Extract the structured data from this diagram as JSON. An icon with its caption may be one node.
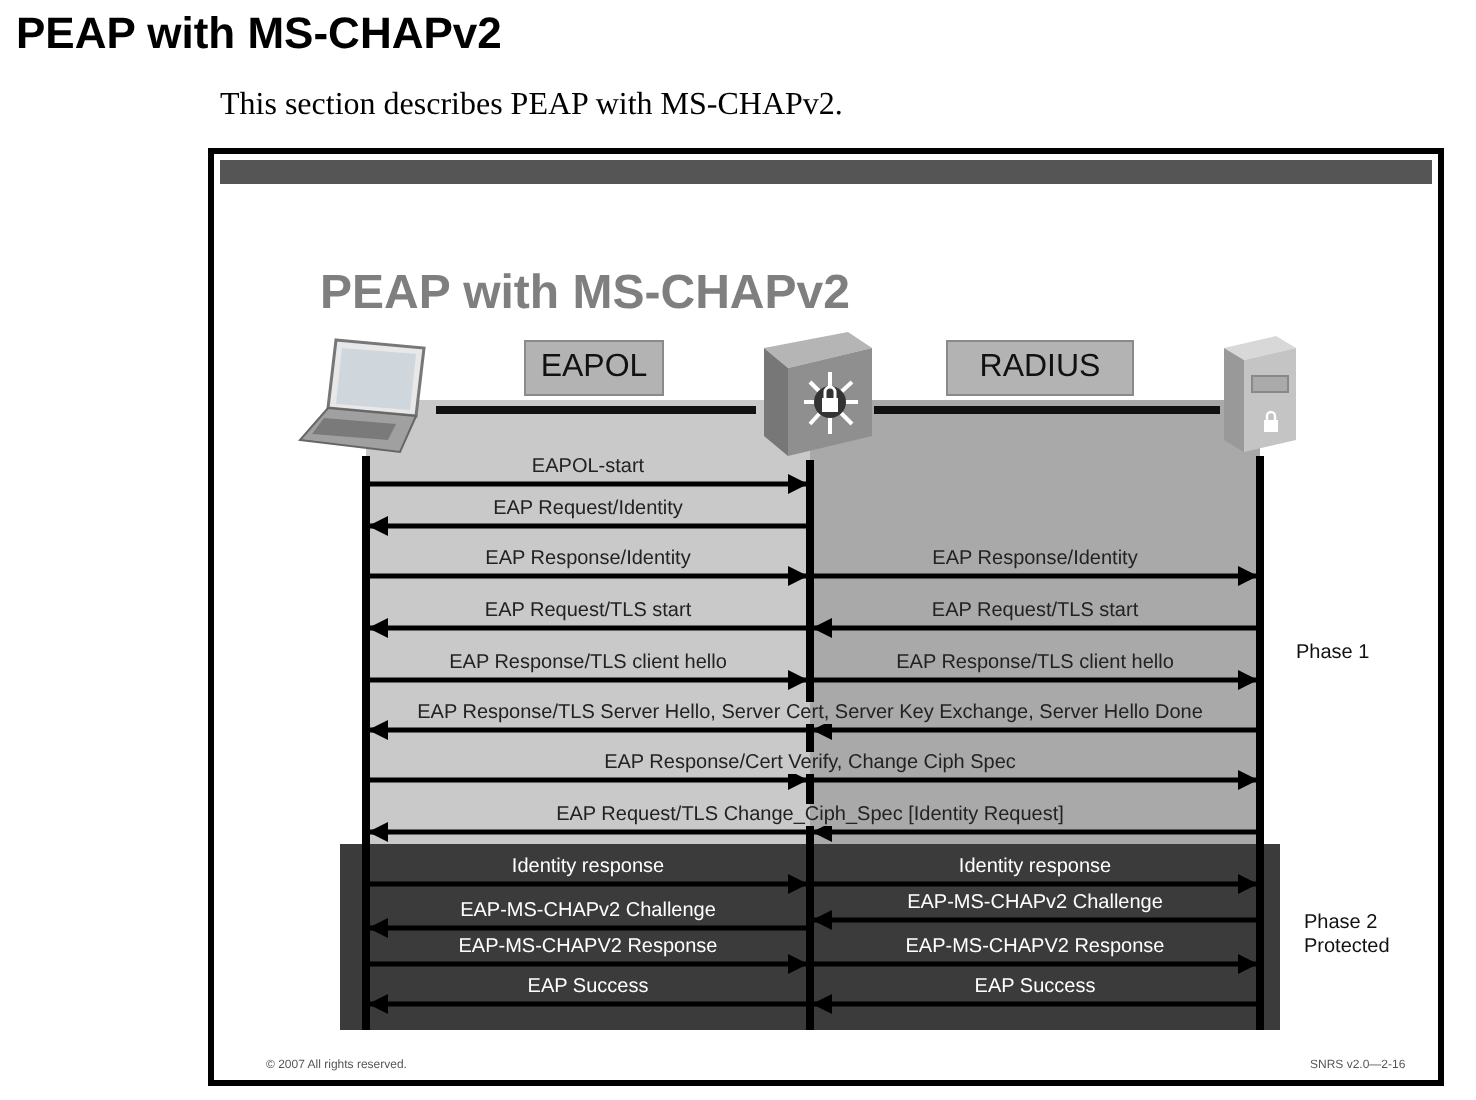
{
  "diagram": {
    "title": "PEAP with MS-CHAPv2",
    "nodes": [
      {
        "text": [
          "EAPOL"
        ]
      },
      {
        "text": [
          "RADIUS"
        ]
      },
      {
        "text": [],
        "shape": "bar"
      },
      {
        "text": [],
        "shape": "bar"
      },
      {
        "text": [],
        "shape": "bar"
      }
    ],
    "edges": [
      {
        "from": 2,
        "to": 3,
        "arrow": "to",
        "label": "EAPOL-start"
      },
      {
        "from": 3,
        "to": 2,
        "arrow": "to",
        "label": "EAP Request/Identity"
      },
      {
        "from": 2,
        "to": 3,
        "arrow": "to",
        "label": "EAP Response/Identity"
      },
      {
        "from": 3,
        "to": 4,
        "arrow": "to",
        "label": "EAP Response/Identity"
      },
      {
        "from": 4,
        "to": 3,
        "arrow": "to",
        "label": "EAP Request/TLS start"
      },
      {
        "from": 3,
        "to": 2,
        "arrow": "to",
        "label": "EAP Request/TLS start"
      },
      {
        "from": 2,
        "to": 3,
        "arrow": "to",
        "label": "EAP Response/TLS client hello"
      },
      {
        "from": 3,
        "to": 4,
        "arrow": "to",
        "label": "EAP Response/TLS client hello"
      },
      {
        "from": 4,
        "to": 3,
        "arrow": "to",
        "label": "EAP Response/TLS Server Hello, Server Cert, Server Key Exchange, Server Hello Done"
      },
      {
        "from": 3,
        "to": 2,
        "arrow": "to"
      },
      {
        "from": 2,
        "to": 3,
        "arrow": "to",
        "label": "EAP Response/Cert Verify, Change Ciph Spec"
      },
      {
        "from": 3,
        "to": 4,
        "arrow": "to"
      },
      {
        "from": 4,
        "to": 3,
        "arrow": "to",
        "label": "EAP Request/TLS Change_Ciph_Spec [Identity Request]"
      },
      {
        "from": 3,
        "to": 2,
        "arrow": "to"
      },
      {
        "from": 2,
        "to": 3,
        "arrow": "to",
        "label": "Identity response"
      },
      {
        "from": 3,
        "to": 4,
        "arrow": "to",
        "label": "Identity response"
      },
      {
        "from": 4,
        "to": 3,
        "arrow": "to",
        "label": "EAP-MS-CHAPv2 Challenge"
      },
      {
        "from": 3,
        "to": 2,
        "arrow": "to",
        "label": "EAP-MS-CHAPv2 Challenge"
      },
      {
        "from": 2,
        "to": 3,
        "arrow": "to",
        "label": "EAP-MS-CHAPV2 Response"
      },
      {
        "from": 3,
        "to": 4,
        "arrow": "to",
        "label": "EAP-MS-CHAPV2 Response"
      },
      {
        "from": 4,
        "to": 3,
        "arrow": "to",
        "label": "EAP Success"
      },
      {
        "from": 3,
        "to": 2,
        "arrow": "to",
        "label": "EAP Success"
      }
    ],
    "labels": [
      "This section describes PEAP with MS-CHAPv2.",
      "PEAP with MS-CHAPv2",
      "Phase 1",
      "Phase 2 Protected",
      "© 2007 All rights reserved.",
      "SNRS v2.0—2-16"
    ]
  }
}
